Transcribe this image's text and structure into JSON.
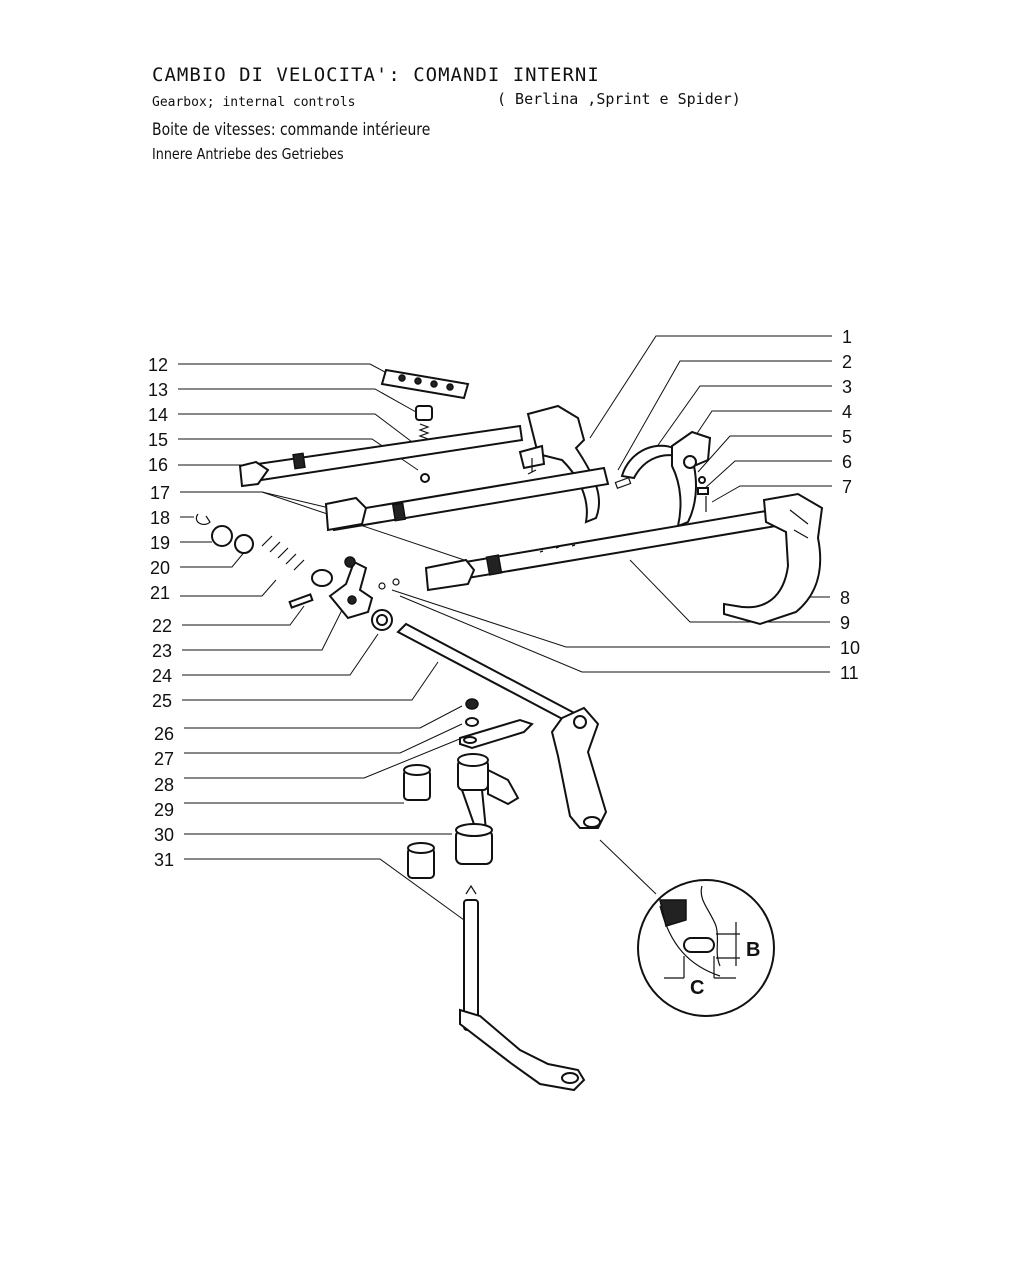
{
  "header": {
    "title_it": "CAMBIO DI VELOCITA': COMANDI INTERNI",
    "title_en": "Gearbox; internal controls",
    "models": "( Berlina ,Sprint e Spider)",
    "title_fr": "Boite de vitesses: commande intérieure",
    "title_de": "Innere Antriebe des Getriebes"
  },
  "callouts_right": [
    "1",
    "2",
    "3",
    "4",
    "5",
    "6",
    "7",
    "8",
    "9",
    "10",
    "11"
  ],
  "callouts_left": [
    "12",
    "13",
    "14",
    "15",
    "16",
    "17",
    "18",
    "19",
    "20",
    "21",
    "22",
    "23",
    "24",
    "25",
    "26",
    "27",
    "28",
    "29",
    "30",
    "31"
  ],
  "detail": {
    "label_b": "B",
    "label_c": "C"
  }
}
